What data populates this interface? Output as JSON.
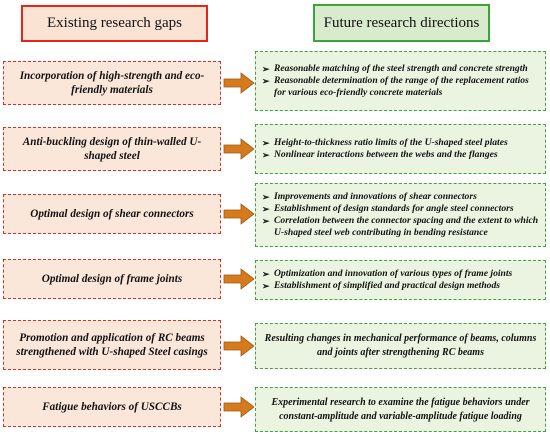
{
  "header": {
    "left": "Existing research gaps",
    "right": "Future research directions"
  },
  "bullet_symbol": "➢",
  "arrow_color": "#d77a1e",
  "rows": [
    {
      "gap": "Incorporation of high-strength  and eco-friendly materials",
      "directions": [
        "Reasonable matching of  the  steel strength and concrete strength",
        "Reasonable determination of the  range of the replacement ratios for various eco-friendly concrete materials"
      ]
    },
    {
      "gap": "Anti-buckling design of thin-walled U-shaped steel",
      "directions": [
        "Height-to-thickness ratio limits of the U-shaped steel plates",
        "Nonlinear interactions  between the webs and the flanges"
      ]
    },
    {
      "gap": "Optimal design of shear connectors",
      "directions": [
        "Improvements and innovations of shear connectors",
        "Establishment of design standards for angle steel connectors",
        "Correlation between the connector spacing  and the extent to which  U-shaped steel web contributing in bending resistance"
      ]
    },
    {
      "gap": "Optimal design of frame joints",
      "directions": [
        "Optimization and innovation of various types of frame joints",
        "Establishment of simplified and practical  design methods"
      ]
    },
    {
      "gap": "Promotion and application of RC beams strengthened with U-shaped Steel casings",
      "summary": "Resulting changes in mechanical performance  of beams, columns and joints after strengthening RC beams"
    },
    {
      "gap": "Fatigue behaviors of USCCBs",
      "summary": "Experimental research to examine the fatigue behaviors  under constant-amplitude  and variable-amplitude fatigue loading"
    }
  ]
}
